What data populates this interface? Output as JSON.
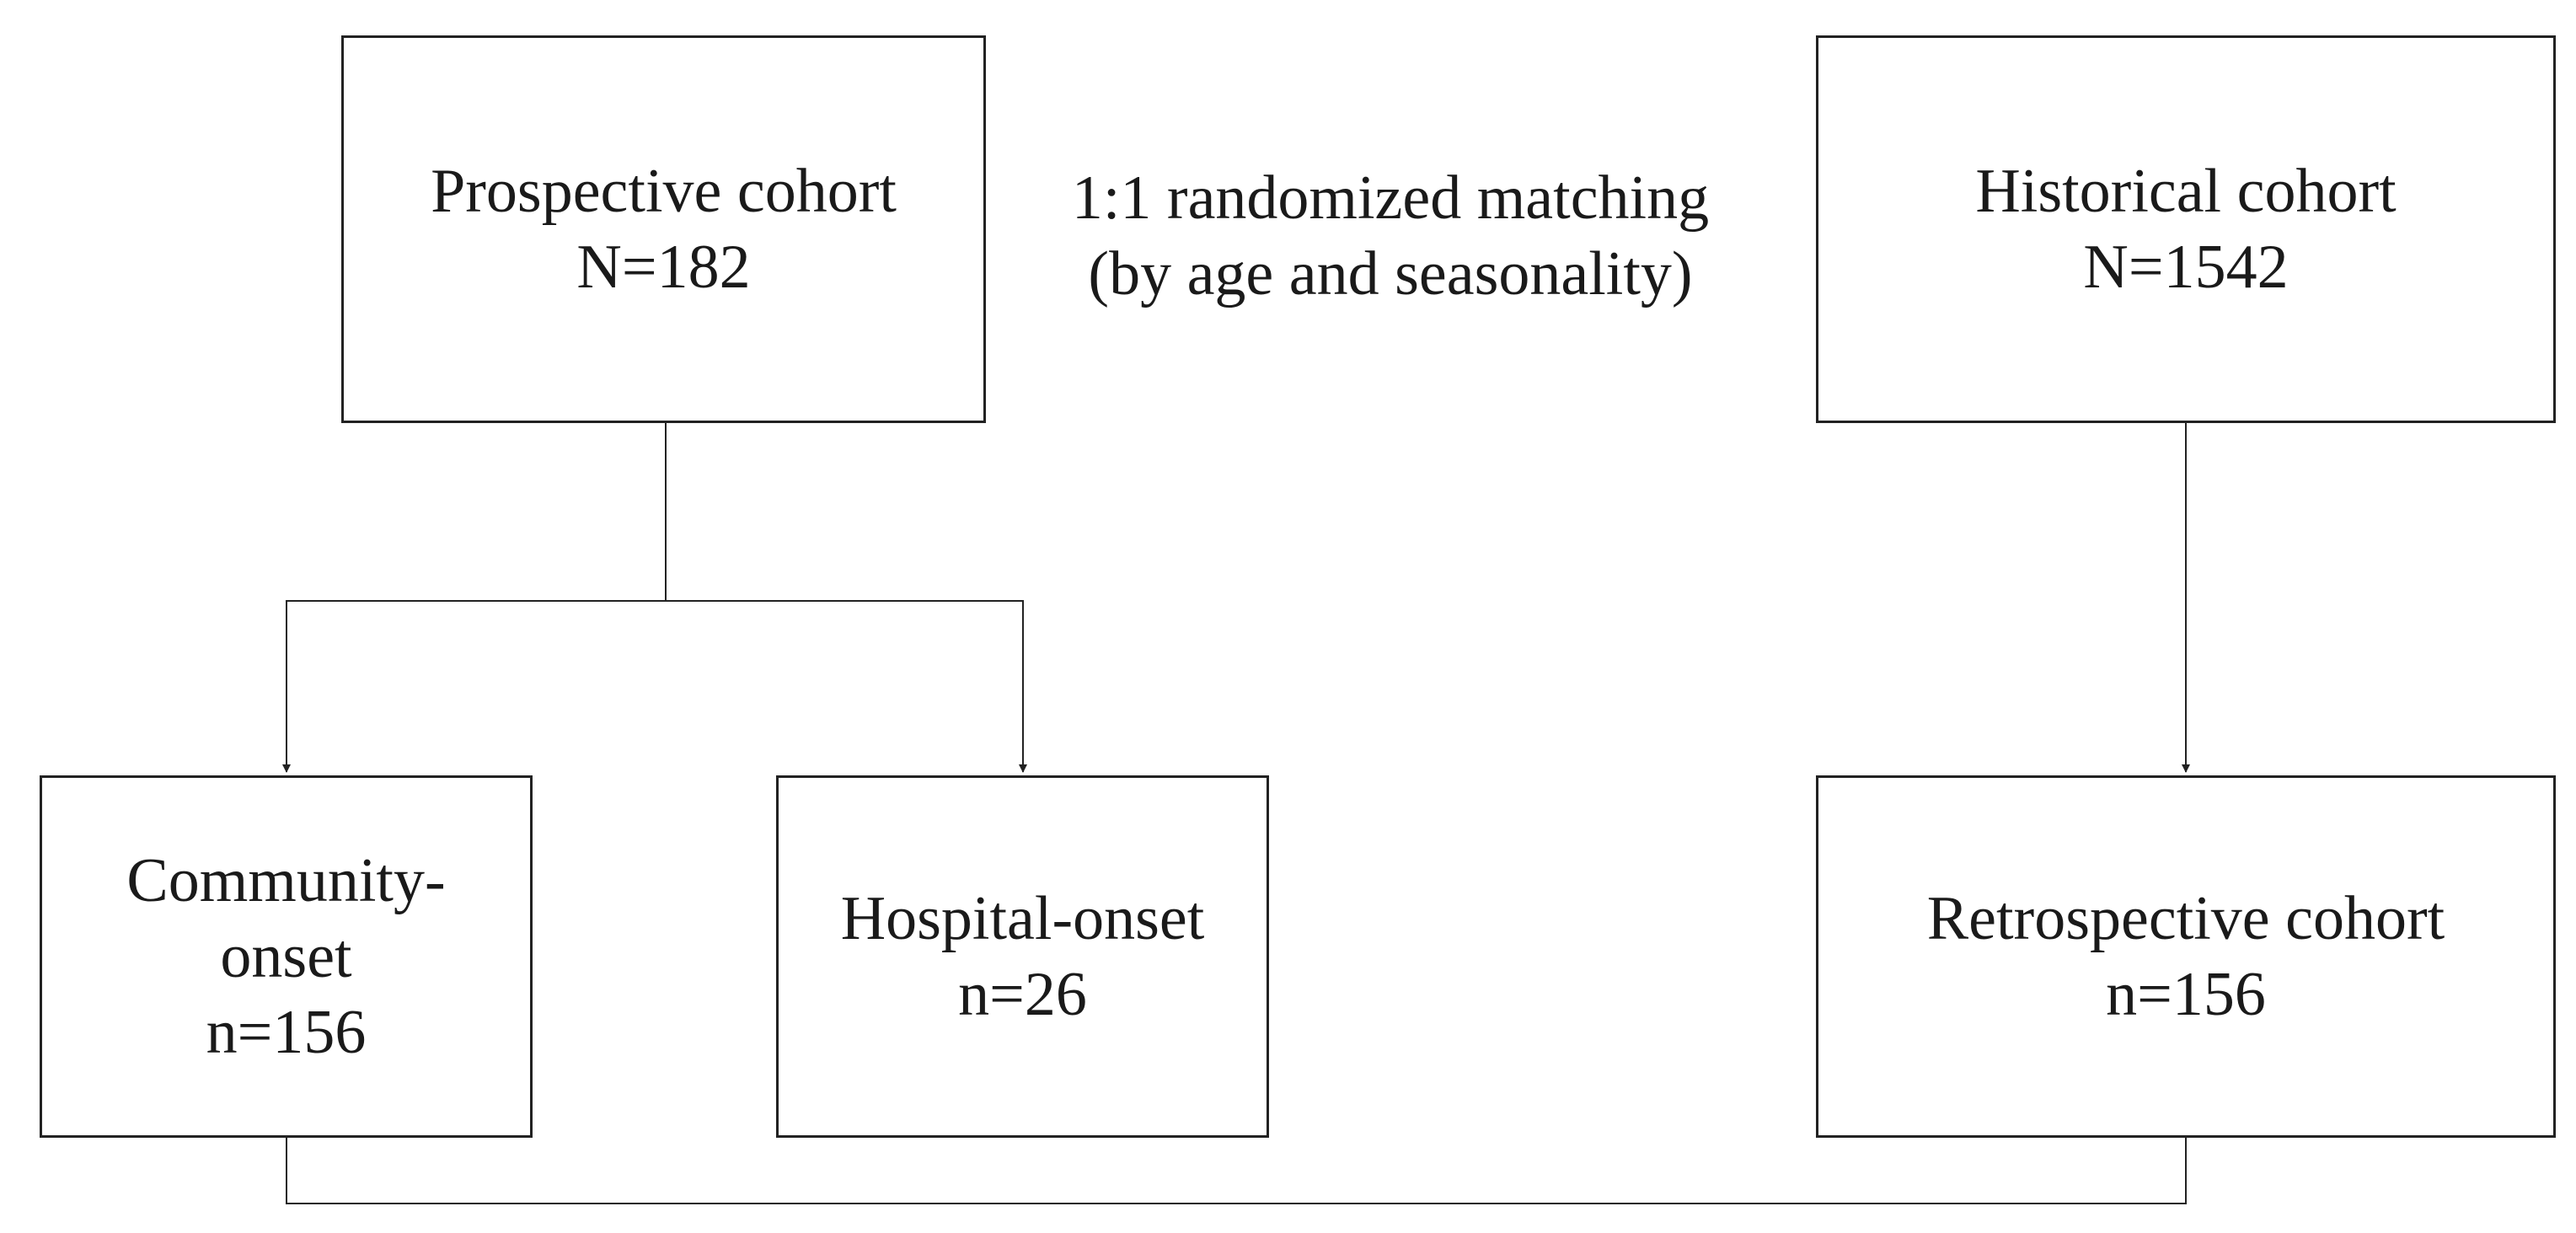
{
  "nodes": {
    "prospective": {
      "title": "Prospective cohort",
      "count": "N=182"
    },
    "historical": {
      "title": "Historical cohort",
      "count": "N=1542"
    },
    "community": {
      "line1": "Community-",
      "line2": "onset",
      "count": "n=156"
    },
    "hospital": {
      "title": "Hospital-onset",
      "count": "n=26"
    },
    "retrospective": {
      "title": "Retrospective cohort",
      "count": "n=156"
    }
  },
  "matching_note": {
    "line1": "1:1 randomized matching",
    "line2": "(by age and seasonality)"
  },
  "colors": {
    "line": "#222222",
    "box_border": "#222222",
    "text": "#1a1a1a",
    "background": "#ffffff"
  }
}
